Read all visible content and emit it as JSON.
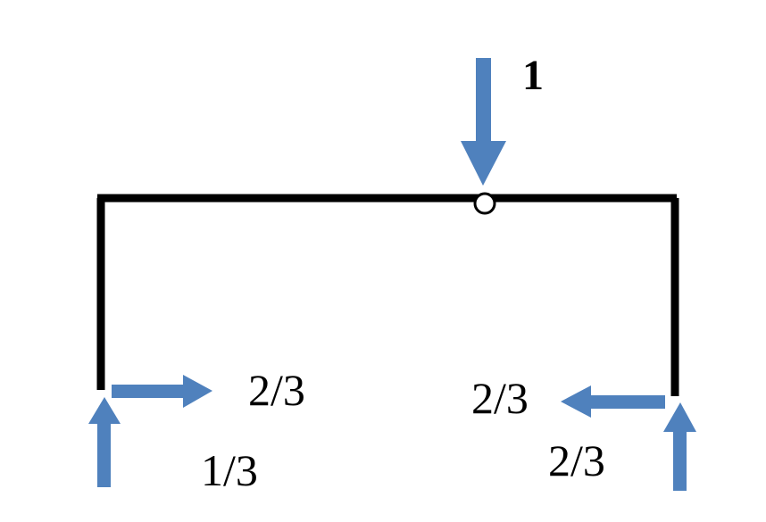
{
  "colors": {
    "frame": "#000000",
    "arrow": "#4f81bd",
    "hinge_fill": "#ffffff",
    "background": "#ffffff"
  },
  "labels": {
    "load": "1",
    "left_horizontal": "2/3",
    "left_vertical": "1/3",
    "right_horizontal": "2/3",
    "right_vertical": "2/3"
  }
}
